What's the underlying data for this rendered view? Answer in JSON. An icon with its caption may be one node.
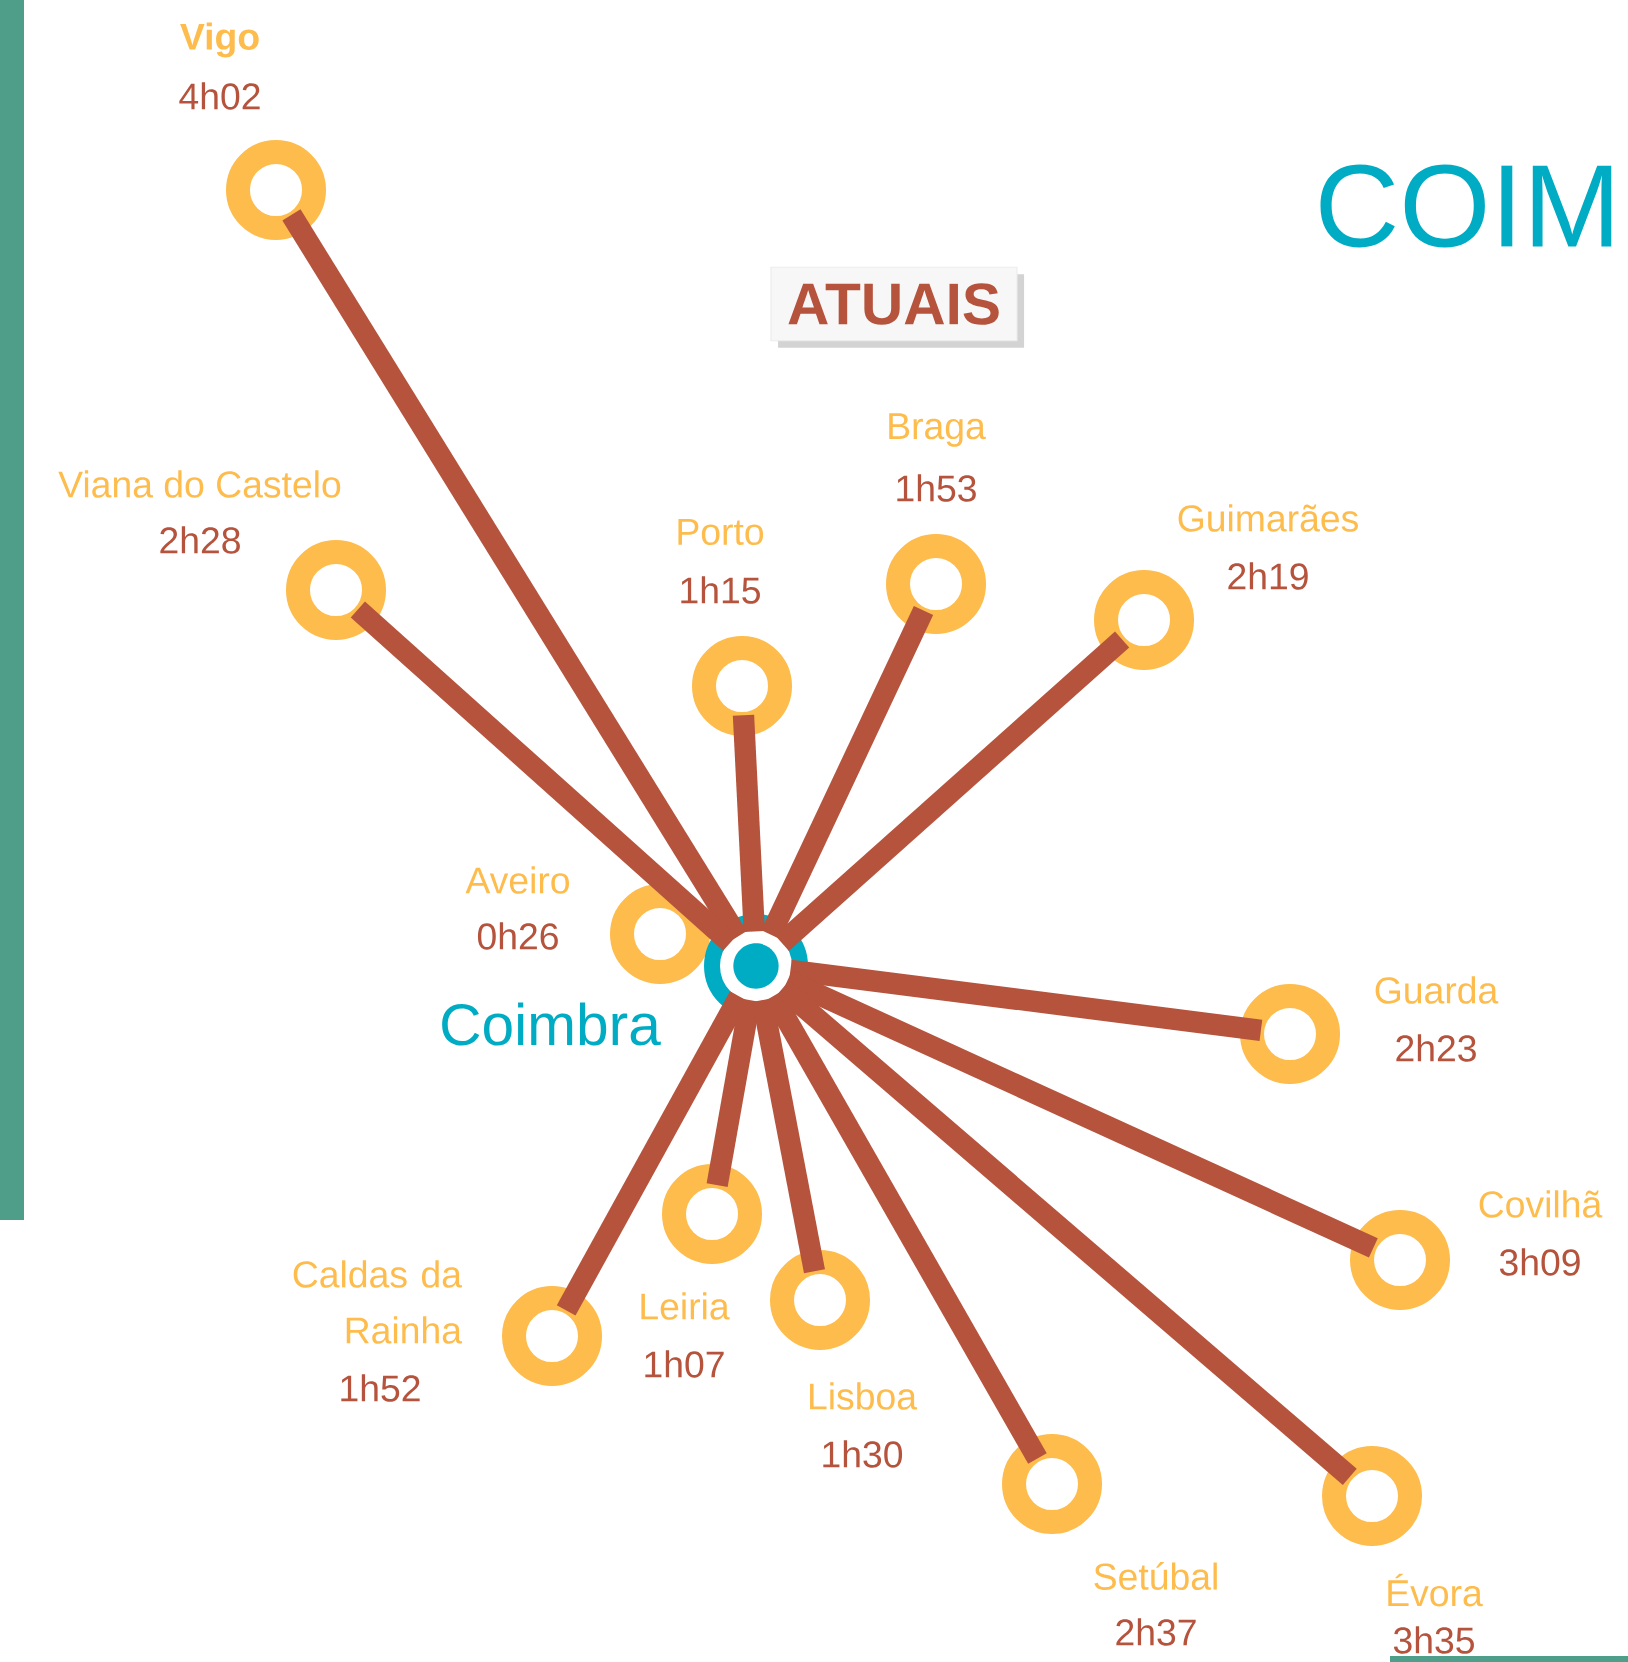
{
  "diagram": {
    "nodes": [
      {
        "text": [],
        "shape": "circle",
        "beside": [
          "Vigo",
          "4h02"
        ]
      },
      {
        "text": [
          "ATUAIS"
        ]
      },
      {
        "text": [],
        "shape": "circle",
        "beside": [
          "Viana do Castelo",
          "2h28"
        ]
      },
      {
        "text": [],
        "shape": "circle",
        "beside": [
          "Braga",
          "1h53"
        ]
      },
      {
        "text": [],
        "shape": "circle",
        "beside": [
          "Guimarães",
          "2h19"
        ]
      },
      {
        "text": [],
        "shape": "circle",
        "beside": [
          "Porto",
          "1h15"
        ]
      },
      {
        "text": [],
        "shape": "circle",
        "beside": [
          "Aveiro",
          "0h26"
        ]
      },
      {
        "text": [],
        "shape": "circle",
        "beside": [
          "Coimbra"
        ]
      },
      {
        "text": [],
        "shape": "circle",
        "beside": [
          "Guarda",
          "2h23"
        ]
      },
      {
        "text": [],
        "shape": "circle",
        "beside": [
          "Covilhã",
          "3h09"
        ]
      },
      {
        "text": [],
        "shape": "circle",
        "beside": [
          "Caldas da Rainha",
          "1h52"
        ]
      },
      {
        "text": [],
        "shape": "circle",
        "beside": [
          "Leiria",
          "1h07"
        ]
      },
      {
        "text": [],
        "shape": "circle",
        "beside": [
          "Lisboa",
          "1h30"
        ]
      },
      {
        "text": [],
        "shape": "circle",
        "beside": [
          "Setúbal",
          "2h37"
        ]
      },
      {
        "text": [],
        "shape": "circle",
        "beside": [
          "Évora",
          "3h35"
        ]
      }
    ],
    "edges": [
      {
        "from": 7,
        "to": 0,
        "arrow": "none"
      },
      {
        "from": 7,
        "to": 2,
        "arrow": "none"
      },
      {
        "from": 7,
        "to": 3,
        "arrow": "none"
      },
      {
        "from": 7,
        "to": 4,
        "arrow": "none"
      },
      {
        "from": 7,
        "to": 5,
        "arrow": "none"
      },
      {
        "from": 7,
        "to": 8,
        "arrow": "none"
      },
      {
        "from": 7,
        "to": 9,
        "arrow": "none"
      },
      {
        "from": 7,
        "to": 10,
        "arrow": "none"
      },
      {
        "from": 7,
        "to": 11,
        "arrow": "none"
      },
      {
        "from": 7,
        "to": 12,
        "arrow": "none"
      },
      {
        "from": 7,
        "to": 13,
        "arrow": "none"
      },
      {
        "from": 7,
        "to": 14,
        "arrow": "none"
      }
    ],
    "labels": [
      "COIM"
    ]
  }
}
